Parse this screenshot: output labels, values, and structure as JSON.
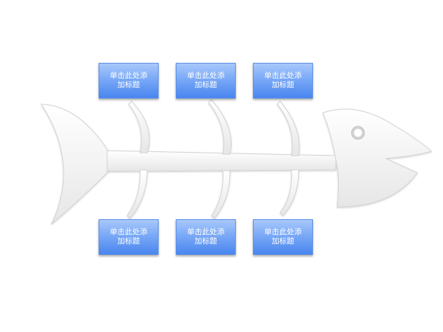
{
  "diagram": {
    "colors": {
      "fish_fill_light": "#ffffff",
      "fish_fill_dark": "#e4e4e4",
      "fish_stroke": "#d0d0d0",
      "box_top": "#a8c8fb",
      "box_bottom": "#4a86ef"
    },
    "boxes": {
      "top": [
        {
          "label": "单击此处添加标题"
        },
        {
          "label": "单击此处添加标题"
        },
        {
          "label": "单击此处添加标题"
        }
      ],
      "bottom": [
        {
          "label": "单击此处添加标题"
        },
        {
          "label": "单击此处添加标题"
        },
        {
          "label": "单击此处添加标题"
        }
      ]
    }
  }
}
